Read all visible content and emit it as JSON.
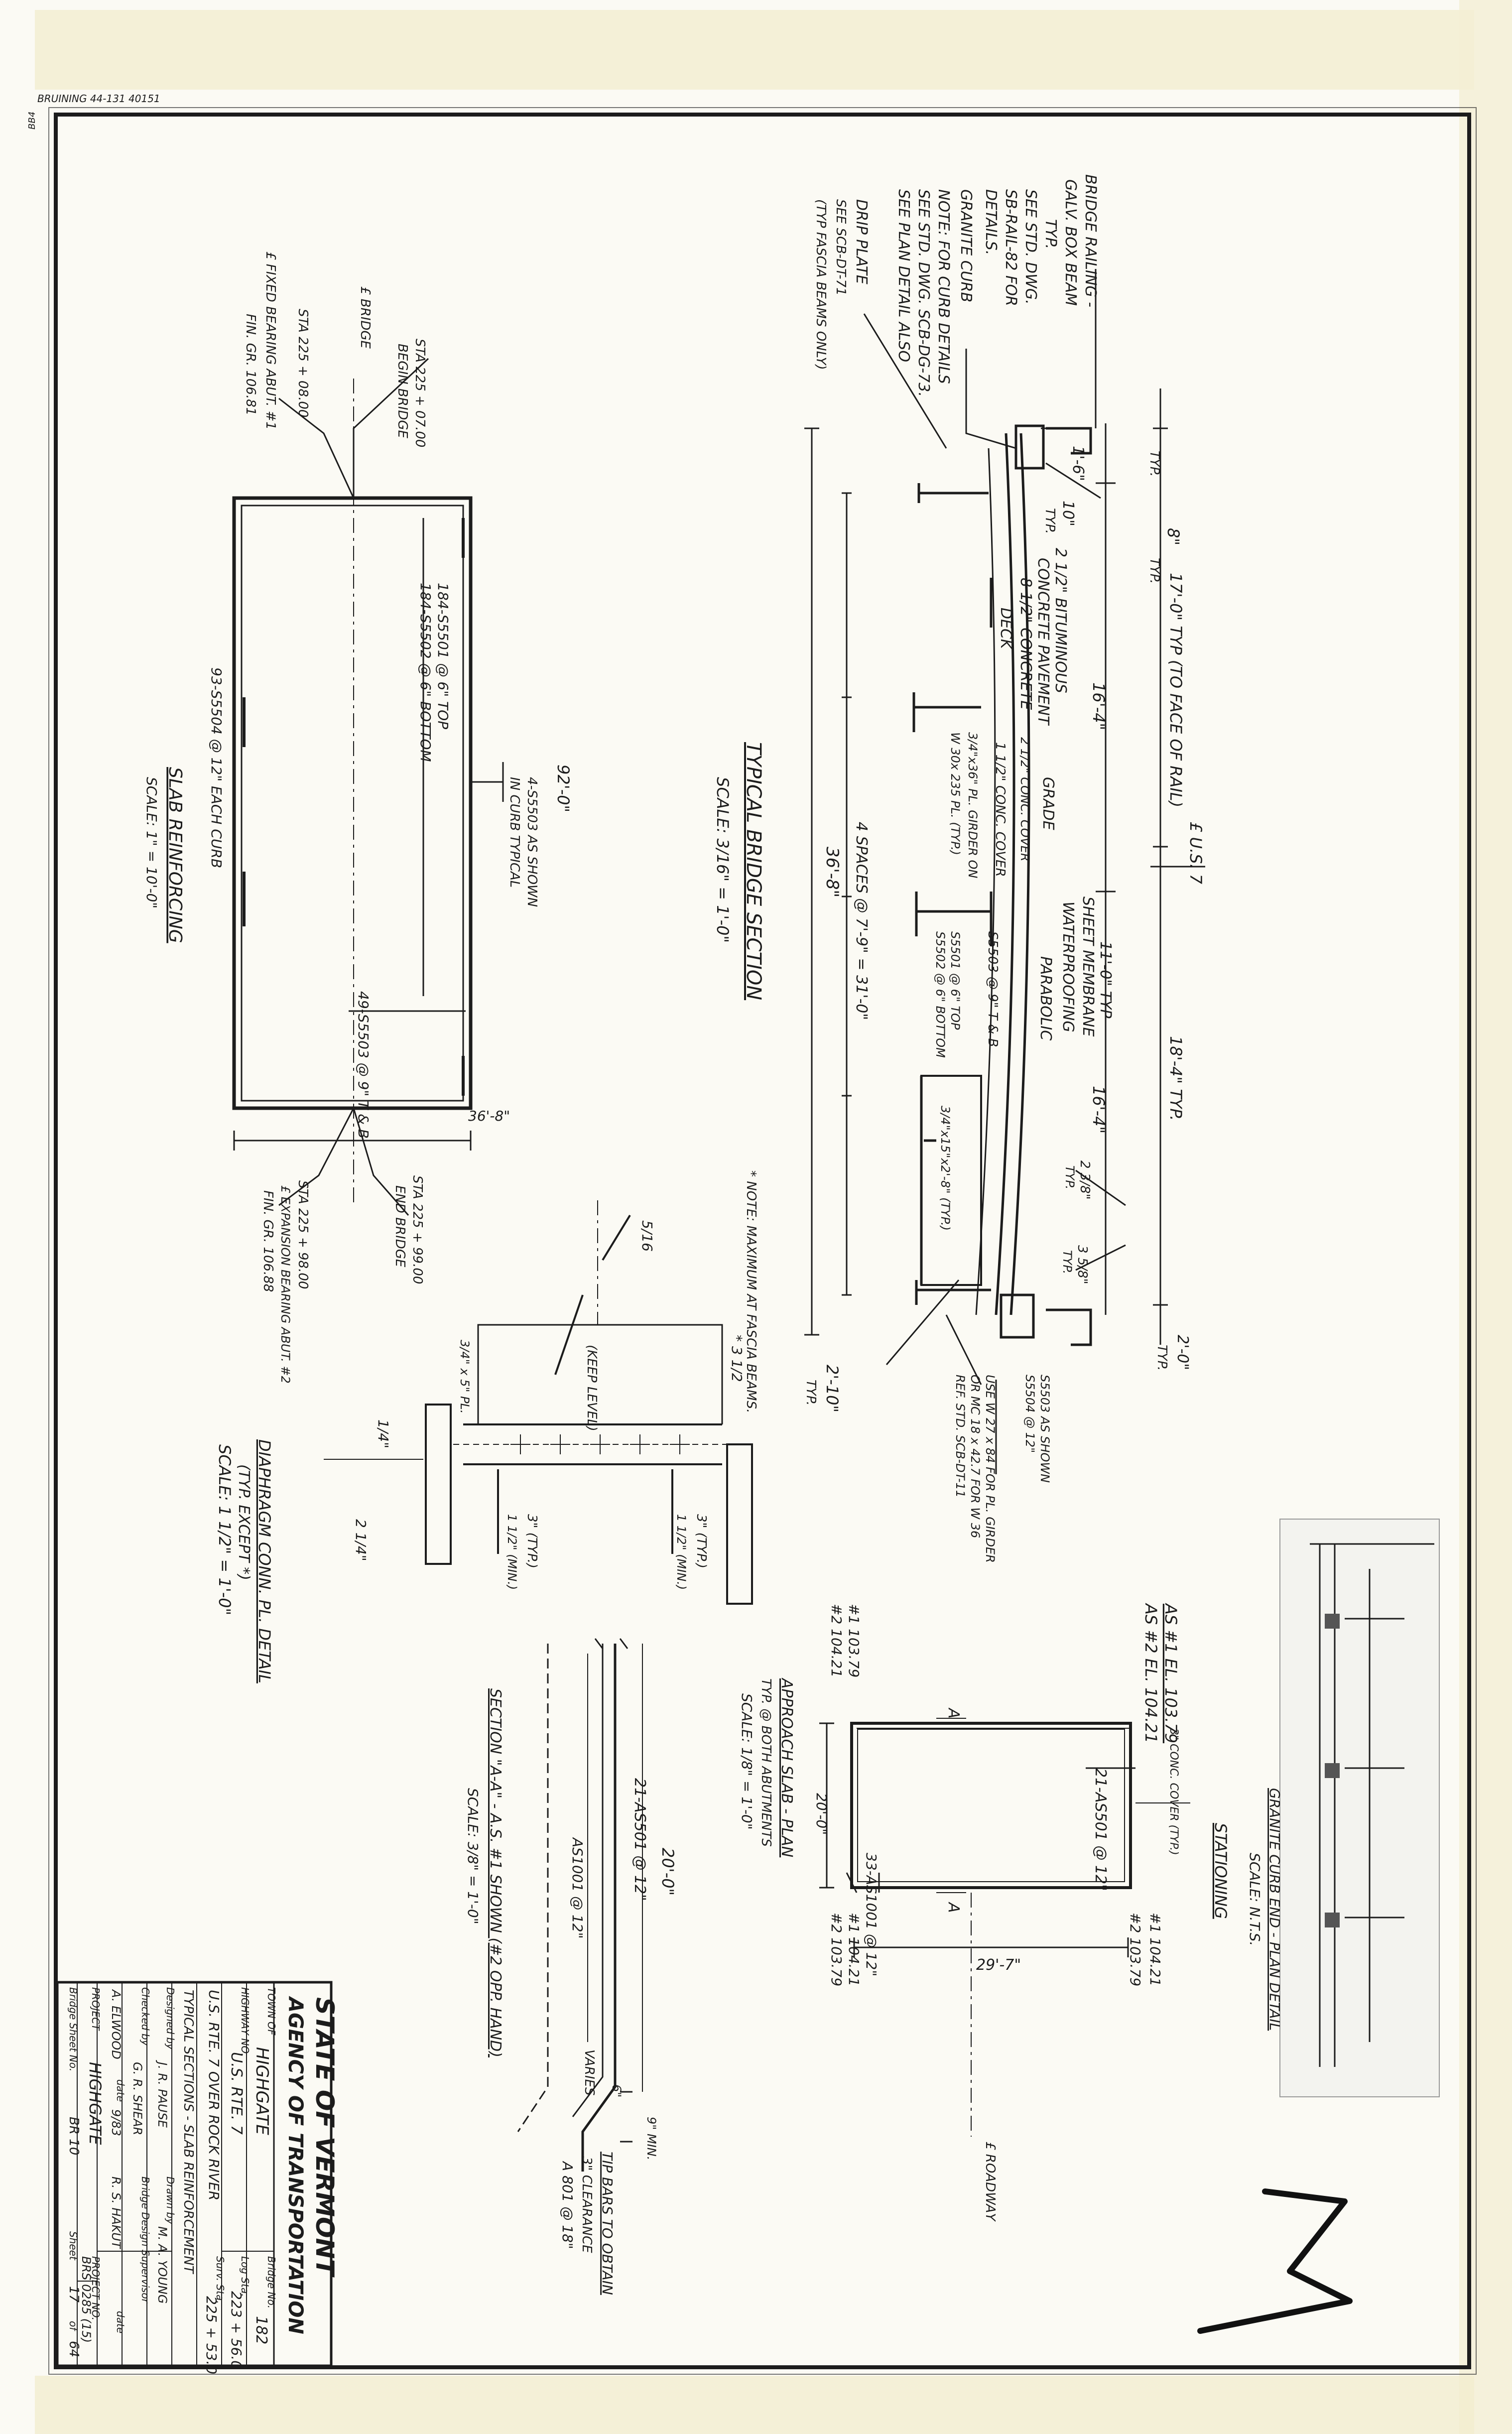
{
  "stamp": "BRUINING 44-131 40151",
  "sheet_code": "BB4",
  "section": {
    "title": "TYPICAL BRIDGE SECTION",
    "scale": "SCALE: 3/16\" = 1'-0\"",
    "dims_top": [
      "1'-6\"",
      "TYP.",
      "8\"",
      "TYP.",
      "17'-0\" TYP (TO FACE OF RAIL)",
      "£ U.S. 7",
      "18'-4\" TYP.",
      "2'-0\"",
      "TYP."
    ],
    "dims_mid": [
      "10\"",
      "TYP.",
      "16'-4\"",
      "11'-0\" TYP",
      "16'-4\"",
      "2 3/8\"",
      "TYP.",
      "3 5/8\"",
      "TYP."
    ],
    "dims_bottom": [
      "36'-8\"",
      "4 SPACES @ 7'-9\" = 31'-0\"",
      "2'-10\"",
      "TYP."
    ],
    "notes_left": [
      "BRIDGE RAILING -",
      "GALV. BOX BEAM",
      "TYP.",
      "SEE STD. DWG.",
      "SB-RAIL-82 FOR",
      "DETAILS.",
      "GRANITE CURB",
      "NOTE: FOR CURB DETAILS",
      "SEE STD. DWG. SCB-DG-73.",
      "SEE PLAN DETAIL ALSO",
      "DRIP PLATE",
      "SEE SCB-DT-71",
      "(TYP FASCIA BEAMS ONLY)"
    ],
    "labels": [
      "2 1/2\" BITUMINOUS",
      "CONCRETE PAVEMENT",
      "8 1/2\" CONCRETE",
      "DECK",
      "GRADE",
      "2 1/2\" CONC. COVER",
      "1 1/2\" CONC. COVER",
      "3/4\"x36\" PL. GIRDER ON",
      "W 30x 235 PL. (TYP.)",
      "SHEET MEMBRANE",
      "WATERPROOFING",
      "PARABOLIC",
      "S5503 @ 9\" T & B",
      "S5501 @ 6\" TOP",
      "S5502 @ 6\" BOTTOM",
      "3/4\"x15\"x2'-8\" (TYP.)",
      "USE W 27 x 84 FOR PL. GIRDER",
      "OR MC 18 x 42.7 FOR W 36",
      "REF. STD. SCB-DT-11",
      "S5503 AS SHOWN",
      "S5504 @ 12\""
    ]
  },
  "slab": {
    "title": "SLAB REINFORCING",
    "scale": "SCALE: 1\" = 10'-0\"",
    "labels": [
      "STA 225 + 07.00",
      "BEGIN BRIDGE",
      "£ BRIDGE",
      "STA 225 + 08.00",
      "£ FIXED BEARING ABUT. #1",
      "FIN. GR. 106.81",
      "184-S5501 @ 6\" TOP",
      "184-S5502 @ 6\" BOTTOM",
      "92'-0\"",
      "4-S5503 AS SHOWN",
      "IN CURB TYPICAL",
      "93-S5504 @ 12\" EACH CURB",
      "49-S5503 @ 9\" T & B",
      "36'-8\"",
      "STA 225 + 99.00",
      "END BRIDGE",
      "STA 225 + 98.00",
      "£ EXPANSION BEARING ABUT. #2",
      "FIN. GR. 106.88"
    ]
  },
  "diaphragm": {
    "title": "DIAPHRAGM CONN. PL. DETAIL",
    "subtitle": "(TYP. EXCEPT *)",
    "scale": "SCALE: 1 1/2\" = 1'-0\"",
    "note": "* NOTE: MAXIMUM AT FASCIA BEAMS.",
    "labels": [
      "5/16",
      "3/4\" x 5\" PL.",
      "(KEEP LEVEL)",
      "* 3 1/2",
      "1/4\"",
      "2 1/4\"",
      "3\" (TYP.)",
      "1 1/2\" (MIN.)",
      "3\" (TYP.)",
      "1 1/2\" (MIN.)"
    ]
  },
  "approach": {
    "title": "APPROACH SLAB - PLAN",
    "subtitle": "TYP. @ BOTH ABUTMENTS",
    "scale": "SCALE: 1/8\" = 1'-0\"",
    "labels": [
      "AS #1 EL. 103.79",
      "AS #2 EL. 104.21",
      "3\" CONC. COVER (TYP.)",
      "21-AS501 @ 12\"",
      "20'-0\"",
      "33-AS1001 @ 12\"",
      "29'-7\"",
      "STATIONING",
      "£ ROADWAY",
      "#1 103.79",
      "#2 104.21",
      "#1 104.21",
      "#2 103.79",
      "#1 104.21",
      "#2 103.79",
      "A",
      "A"
    ]
  },
  "section_aa": {
    "title": "SECTION \"A-A\" - A.S. #1 SHOWN (#2 OPP. HAND)",
    "scale": "SCALE: 3/8\" = 1'-0\"",
    "labels": [
      "20'-0\"",
      "21-AS501 @ 12\"",
      "AS1001 @ 12\"",
      "VARIES",
      "6\"",
      "9\" MIN.",
      "TIP BARS TO OBTAIN",
      "3\" CLEARANCE",
      "A 801 @ 18\""
    ]
  },
  "granite": {
    "title": "GRANITE CURB END - PLAN DETAIL",
    "scale": "SCALE: N.T.S."
  },
  "title_block": {
    "state": "STATE OF VERMONT",
    "agency": "AGENCY OF TRANSPORTATION",
    "town_label": "TOWN OF",
    "town": "HIGHGATE",
    "bridge_no_label": "Bridge No.",
    "bridge_no": "182",
    "highway_label": "HIGHWAY NO.",
    "highway": "U.S. RTE. 7",
    "log_sta_label": "Log Sta.",
    "log_sta": "223 + 56.0",
    "surv_sta_label": "Surv. Sta.",
    "surv_sta": "225 + 53.0",
    "location": "U.S. RTE. 7 OVER ROCK RIVER",
    "subject": "TYPICAL SECTIONS - SLAB REINFORCEMENT",
    "designed_label": "Designed by",
    "designed": "J. R. PAUSE",
    "drawn_label": "Drawn by",
    "drawn": "M. A. YOUNG",
    "checked_label": "Checked by",
    "checked": "G. R. SHEAR",
    "supervisor_label": "Bridge Design Supervisor",
    "engineer": "A. ELWOOD",
    "date_label": "date",
    "date": "9/83",
    "supervisor": "R. S. HAKUT",
    "date2_label": "date",
    "project_label": "PROJECT",
    "project": "HIGHGATE",
    "project_no_label": "PROJECT NO.",
    "project_no": "BRS 0285 (15)",
    "bridge_sheet_label": "Bridge Sheet No.",
    "bridge_sheet": "BR 10",
    "sheet_label": "Sheet",
    "sheet": "17",
    "of_label": "of",
    "of_total": "64"
  },
  "handwritten_mark": "M"
}
